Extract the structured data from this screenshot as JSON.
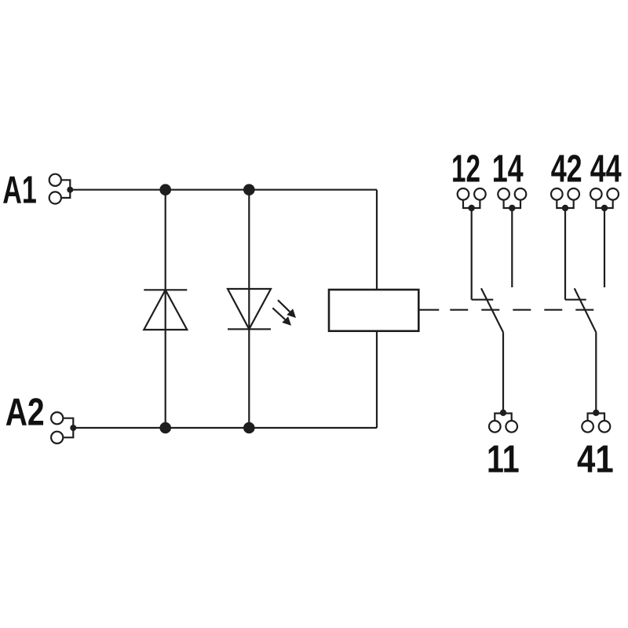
{
  "labels": {
    "a1": "A1",
    "a2": "A2",
    "t12": "12",
    "t14": "14",
    "t42": "42",
    "t44": "44",
    "t11": "11",
    "t41": "41"
  },
  "icons": {
    "terminal_clamp": "double-circle-terminal",
    "freewheeling_diode": "diode-triangle-with-cathode-bar",
    "led": "led-triangle-with-emission-arrows",
    "relay_coil": "rectangle-coil-box",
    "actuator_link": "dashed-mechanical-link",
    "changeover_contact": "break-make-contact-lever"
  },
  "colors": {
    "line": "#1e1e1e",
    "text": "#111111",
    "background": "#ffffff"
  }
}
